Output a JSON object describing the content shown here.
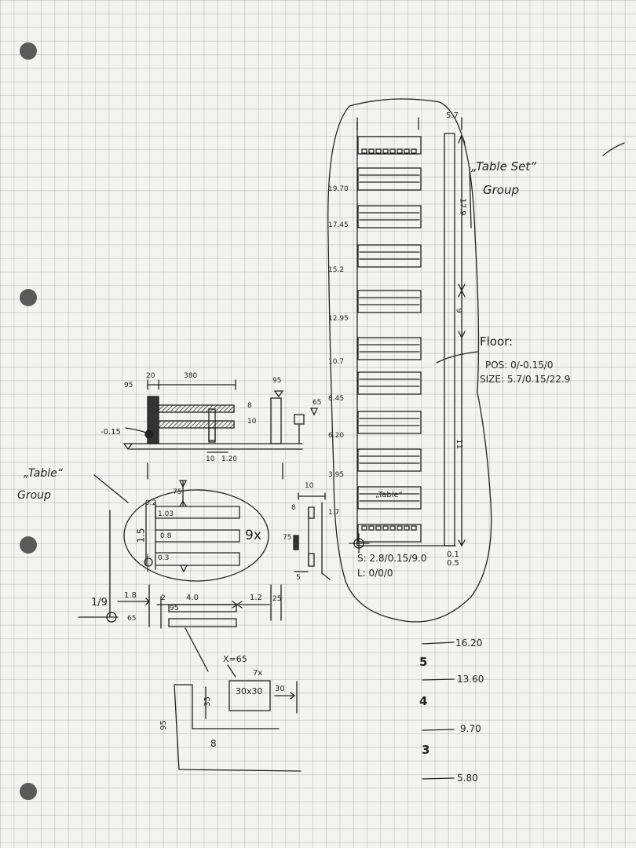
{
  "labels": {
    "table_set_group_line1": "„Table Set“",
    "table_set_group_line2": "Group",
    "table_group_line1": "„Table“",
    "table_group_line2": "Group",
    "floor_title": "Floor:",
    "floor_pos": "POS: 0/-0.15/0",
    "floor_size": "SIZE: 5.7/0.15/22.9",
    "set_scale": "S: 2.8/0.15/9.0",
    "set_location": "L: 0/0/0",
    "table_inner": "„Table“",
    "repeat_9x": "9x",
    "repeat_7x": "7x",
    "width_57": "5.7",
    "length_179": "17.9",
    "length_9": "9",
    "length_11": "11",
    "offset_05": "0.5",
    "offset_01": "0.1",
    "marker_x_65": "X=65",
    "detail_3030": "30x30",
    "detail_30": "30",
    "detail_35": "35",
    "detail_95": "95",
    "detail_8": "8"
  },
  "left_stations": [
    "19.70",
    "17.45",
    "15.2",
    "12.95",
    "10.7",
    "8.45",
    "6.20",
    "3.95",
    "1.7"
  ],
  "section_dims": {
    "w20": "20",
    "w380": "380",
    "h95_left": "95",
    "h95_right": "95",
    "h8": "8",
    "h10": "10",
    "w10": "10",
    "w120": "1.20",
    "level": "-0.15",
    "side65": "65"
  },
  "plan_dims": {
    "d02": "0.2",
    "d103": "1.03",
    "d08": "0.8",
    "d03": "0.3",
    "d15": "1.5",
    "d75": "75",
    "d18": "1.8",
    "d40": "4.0",
    "d12": "1.2",
    "d25": "25",
    "d19": "1/9",
    "d95": "95",
    "d65": "65",
    "d2": "2"
  },
  "small_section_dims": {
    "d10": "10",
    "d8": "8",
    "d75": "75",
    "d5": "5"
  },
  "levels": [
    {
      "value": "16.20"
    },
    {
      "floor": "5",
      "value": "13.60"
    },
    {
      "floor": "4",
      "value": "9.70"
    },
    {
      "floor": "3",
      "value": "5.80"
    }
  ]
}
